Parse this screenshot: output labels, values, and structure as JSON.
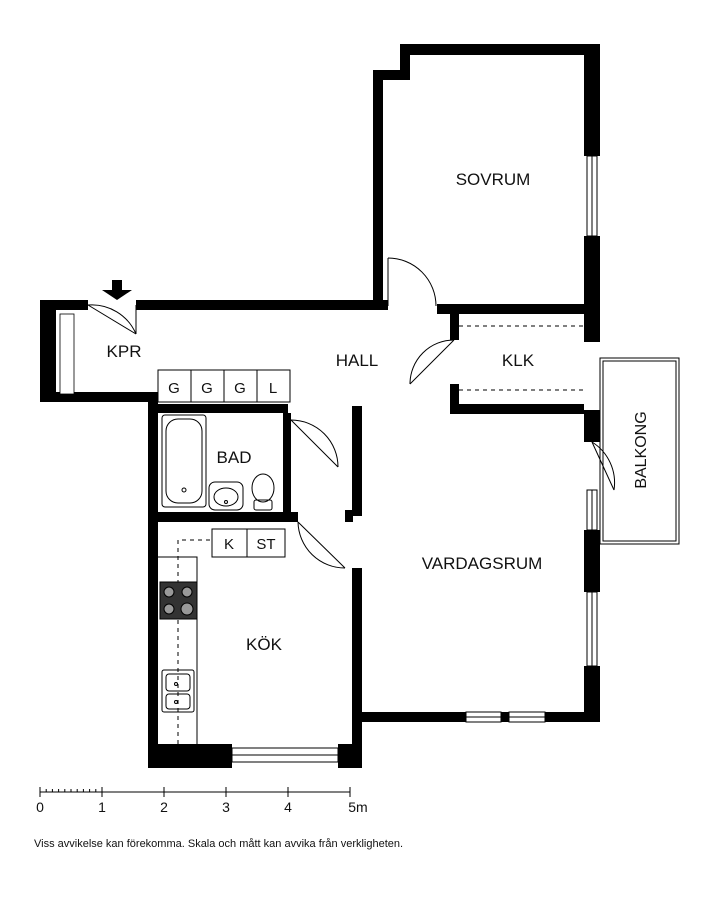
{
  "rooms": {
    "sovrum": "SOVRUM",
    "hall": "HALL",
    "kpr": "KPR",
    "klk": "KLK",
    "bad": "BAD",
    "kok": "KÖK",
    "vardagsrum": "VARDAGSRUM",
    "balkong": "BALKONG"
  },
  "cabinets": {
    "hall_row": [
      "G",
      "G",
      "G",
      "L"
    ],
    "kitchen_row": [
      "K",
      "ST"
    ]
  },
  "scale": {
    "labels": [
      "0",
      "1",
      "2",
      "3",
      "4",
      "5m"
    ]
  },
  "disclaimer": "Viss avvikelse kan förekomma. Skala och mått kan avvika från verkligheten."
}
